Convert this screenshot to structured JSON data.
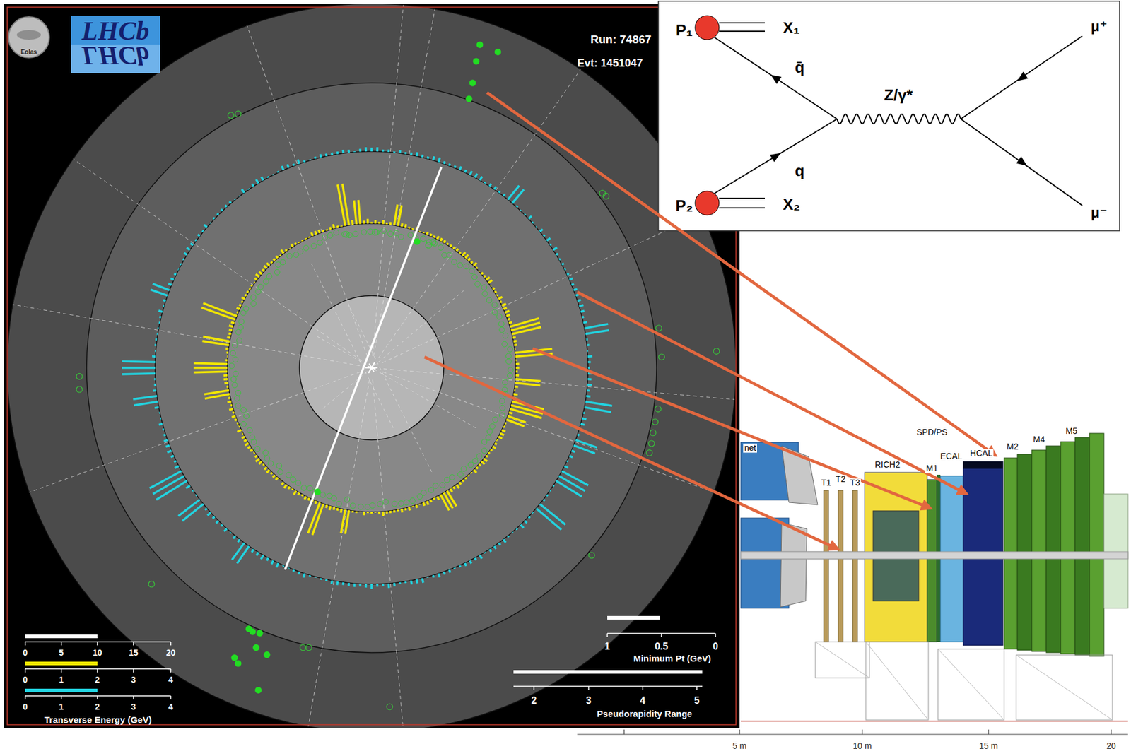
{
  "diagram": {
    "labels": [
      "LHCb",
      "LHCb",
      "Eolas",
      "Run: 74867",
      "Evt: 1451047",
      "P₁",
      "X₁",
      "q̄",
      "Z/γ*",
      "q",
      "P₂",
      "X₂",
      "μ⁺",
      "μ⁻",
      "0",
      "5",
      "10",
      "15",
      "20",
      "0",
      "1",
      "2",
      "3",
      "4",
      "0",
      "1",
      "2",
      "3",
      "4",
      "Transverse Energy (GeV)",
      "1",
      "0.5",
      "0",
      "Minimum Pt (GeV)",
      "2",
      "3",
      "4",
      "5",
      "Pseudorapidity Range",
      "net",
      "T1",
      "T2",
      "T3",
      "RICH2",
      "M1",
      "SPD/PS",
      "ECAL",
      "HCAL",
      "M2",
      "M4",
      "M5",
      "5 m",
      "10 m",
      "15 m",
      "20"
    ]
  }
}
